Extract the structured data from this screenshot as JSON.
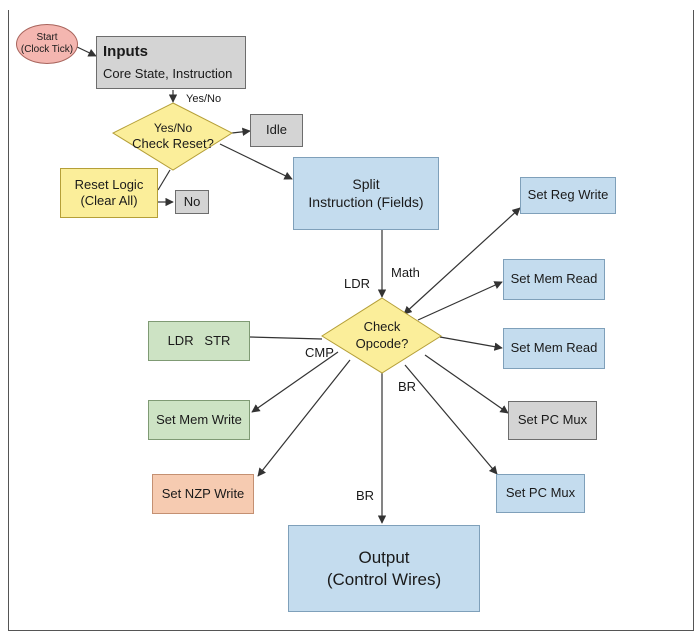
{
  "start": {
    "line1": "Start",
    "line2": "(Clock Tick)"
  },
  "inputs": {
    "title": "Inputs",
    "subtitle": "Core State, Instruction"
  },
  "check_reset": {
    "line1": "Yes/No",
    "line2": "Check Reset?"
  },
  "idle": "Idle",
  "reset_logic": {
    "line1": "Reset Logic",
    "line2": "(Clear All)"
  },
  "no": "No",
  "split": {
    "line1": "Split",
    "line2": "Instruction (Fields)"
  },
  "check_opcode": {
    "line1": "Check",
    "line2": "Opcode?"
  },
  "set_reg_write": "Set Reg Write",
  "set_mem_read_1": "Set Mem Read",
  "set_mem_read_2": "Set Mem Read",
  "set_pc_mux_gray": "Set PC Mux",
  "set_pc_mux_blue": "Set PC Mux",
  "ldr_str": "LDR   STR",
  "set_mem_write": "Set Mem Write",
  "set_nzp_write": "Set NZP Write",
  "output": {
    "line1": "Output",
    "line2": "(Control Wires)"
  },
  "labels": {
    "yes_no": "Yes/No",
    "ldr": "LDR",
    "math": "Math",
    "cmp": "CMP",
    "br_right": "BR",
    "br_bottom": "BR"
  }
}
